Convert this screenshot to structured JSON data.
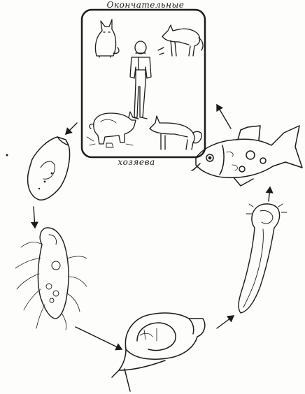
{
  "labels": {
    "hosts_top": "Окончательные",
    "hosts_bottom": "хозяева"
  },
  "stages": [
    {
      "icon": "definitive-hosts-panel"
    },
    {
      "icon": "fish-icon"
    },
    {
      "icon": "cercaria-icon"
    },
    {
      "icon": "snail-icon"
    },
    {
      "icon": "miracidium-icon"
    },
    {
      "icon": "egg-icon"
    }
  ],
  "colors": {
    "ink": "#1b1b1b",
    "paper": "#fdfdfb"
  }
}
